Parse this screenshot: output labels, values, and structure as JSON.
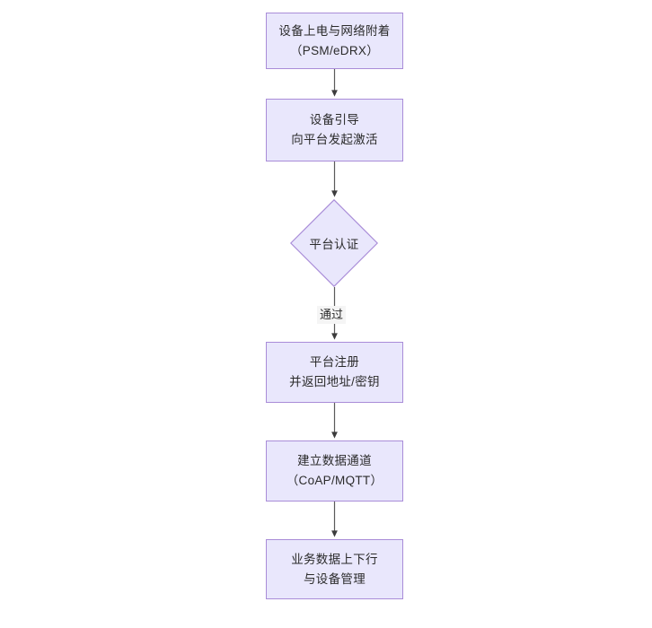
{
  "diagram": {
    "type": "flowchart",
    "title": "",
    "background_color": "#ffffff",
    "node_fill_color": "#e9e7fc",
    "node_border_color": "#a98cd8",
    "edge_color": "#404040",
    "text_color": "#2b2b2b",
    "nodes": [
      {
        "id": "n1",
        "shape": "rectangle",
        "line1": "设备上电与网络附着",
        "line2": "（PSM/eDRX）"
      },
      {
        "id": "n2",
        "shape": "rectangle",
        "line1": "设备引导",
        "line2": "向平台发起激活"
      },
      {
        "id": "n3",
        "shape": "diamond",
        "line1": "平台认证",
        "line2": ""
      },
      {
        "id": "n4",
        "shape": "rectangle",
        "line1": "平台注册",
        "line2": "并返回地址/密钥"
      },
      {
        "id": "n5",
        "shape": "rectangle",
        "line1": "建立数据通道",
        "line2": "（CoAP/MQTT）"
      },
      {
        "id": "n6",
        "shape": "rectangle",
        "line1": "业务数据上下行",
        "line2": "与设备管理"
      }
    ],
    "edges": [
      {
        "from": "n1",
        "to": "n2",
        "label": ""
      },
      {
        "from": "n2",
        "to": "n3",
        "label": ""
      },
      {
        "from": "n3",
        "to": "n4",
        "label": "通过"
      },
      {
        "from": "n4",
        "to": "n5",
        "label": ""
      },
      {
        "from": "n5",
        "to": "n6",
        "label": ""
      }
    ]
  }
}
